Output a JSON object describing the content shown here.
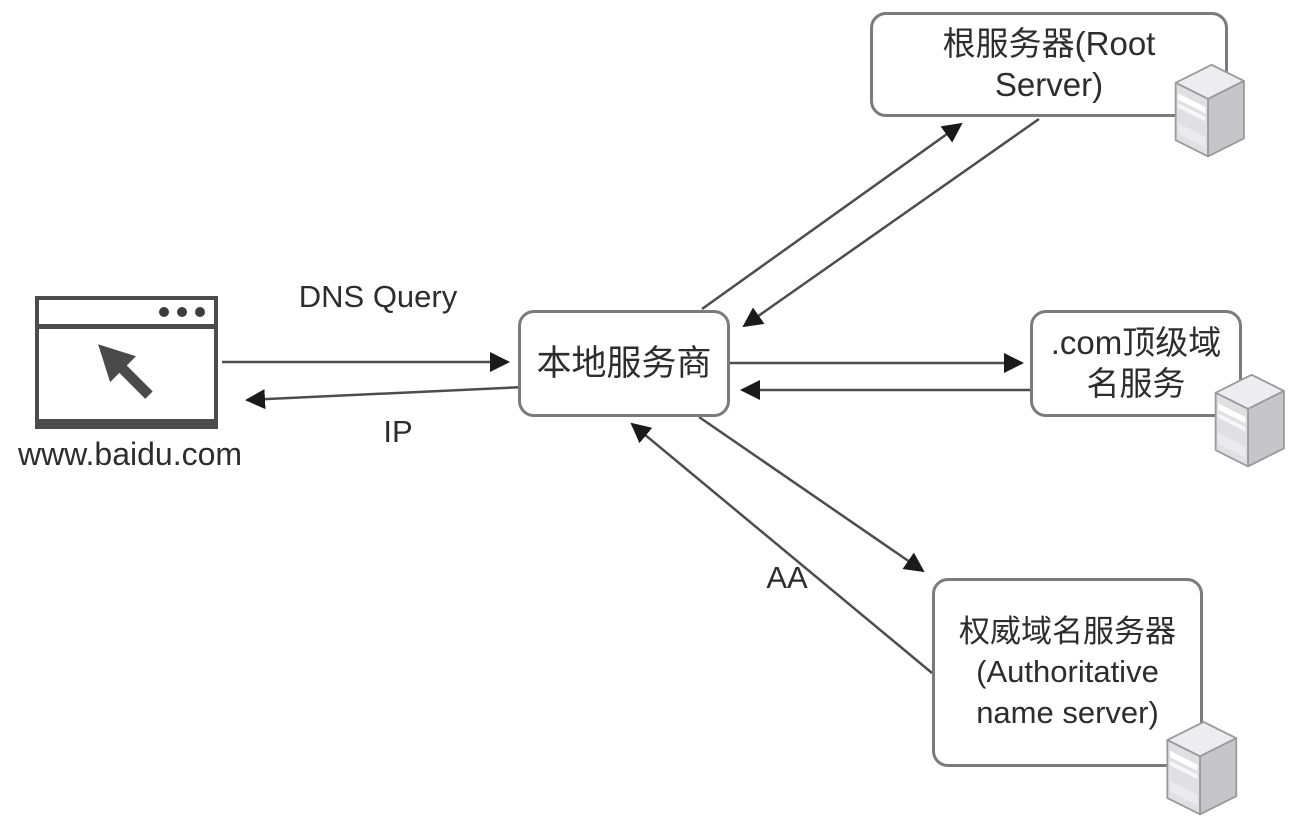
{
  "diagram": {
    "nodes": {
      "client": {
        "label": "www.baidu.com"
      },
      "local_dns": {
        "label": "本地服务商"
      },
      "root_server": {
        "label": "根服务器(Root\nServer)"
      },
      "tld_server": {
        "label": ".com顶级域\n名服务"
      },
      "auth_server": {
        "label": "权威域名服务器\n(Authoritative\nname server)"
      }
    },
    "edge_labels": {
      "dns_query": "DNS Query",
      "ip": "IP",
      "aa": "AA"
    },
    "icons": [
      "browser-window-icon",
      "mouse-cursor-icon",
      "server-tower-icon"
    ],
    "colors": {
      "background": "#ffffff",
      "box_border": "#7b7b7b",
      "arrow_line": "#4d4d4d",
      "arrowhead": "#1a1a1a",
      "text": "#2d2d2d",
      "browser_frame": "#4c4c4c",
      "server_front": "#e0e0e2",
      "server_side": "#c6c6c8",
      "server_top": "#ededef"
    }
  }
}
